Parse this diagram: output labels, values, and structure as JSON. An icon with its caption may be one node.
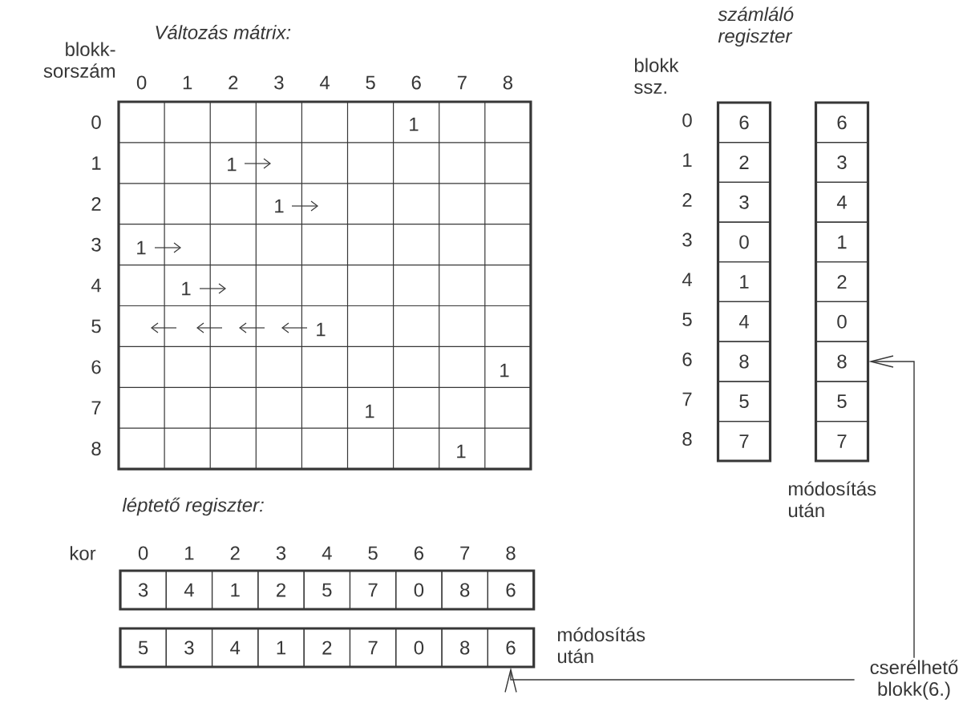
{
  "diagram": {
    "nodes": [
      {
        "text": [
          "6"
        ]
      },
      {
        "text": [
          "2"
        ]
      },
      {
        "text": [
          "3"
        ]
      },
      {
        "text": [
          "0"
        ]
      },
      {
        "text": [
          "1"
        ]
      },
      {
        "text": [
          "4"
        ]
      },
      {
        "text": [
          "8"
        ]
      },
      {
        "text": [
          "5"
        ]
      },
      {
        "text": [
          "7"
        ]
      },
      {
        "text": [
          "6"
        ]
      },
      {
        "text": [
          "3"
        ]
      },
      {
        "text": [
          "4"
        ]
      },
      {
        "text": [
          "1"
        ]
      },
      {
        "text": [
          "2"
        ]
      },
      {
        "text": [
          "0"
        ]
      },
      {
        "text": [
          "8"
        ]
      },
      {
        "text": [
          "5"
        ]
      },
      {
        "text": [
          "7"
        ]
      },
      {
        "text": [
          "3"
        ]
      },
      {
        "text": [
          "4"
        ]
      },
      {
        "text": [
          "1"
        ]
      },
      {
        "text": [
          "2"
        ]
      },
      {
        "text": [
          "5"
        ]
      },
      {
        "text": [
          "7"
        ]
      },
      {
        "text": [
          "0"
        ]
      },
      {
        "text": [
          "8"
        ]
      },
      {
        "text": [
          "6"
        ]
      },
      {
        "text": [
          "5"
        ]
      },
      {
        "text": [
          "3"
        ]
      },
      {
        "text": [
          "4"
        ]
      },
      {
        "text": [
          "1"
        ]
      },
      {
        "text": [
          "2"
        ]
      },
      {
        "text": [
          "7"
        ]
      },
      {
        "text": [
          "0"
        ]
      },
      {
        "text": [
          "8"
        ]
      },
      {
        "text": [
          "6"
        ]
      },
      {
        "text": [
          "cserélhető blokk(6.)"
        ]
      }
    ],
    "edges": [
      {
        "from": 36,
        "to": 15,
        "arrow": "to"
      },
      {
        "from": 36,
        "to": 35,
        "arrow": "to"
      }
    ],
    "labels": [
      "Változás mátrix:",
      "számláló regiszter",
      "blokk-sorszám",
      "0",
      "1",
      "2",
      "3",
      "4",
      "5",
      "6",
      "7",
      "8",
      "blokk ssz.",
      "0",
      "1",
      "2",
      "3",
      "4",
      "5",
      "6",
      "7",
      "8",
      "0",
      "1",
      "2",
      "3",
      "4",
      "5",
      "6",
      "7",
      "8",
      "1",
      "1",
      "1",
      "1",
      "1",
      "1",
      "1",
      "1",
      "1",
      "módosítás után",
      "léptető regiszter:",
      "kor",
      "0",
      "1",
      "2",
      "3",
      "4",
      "5",
      "6",
      "7",
      "8",
      "módosítás után"
    ]
  }
}
